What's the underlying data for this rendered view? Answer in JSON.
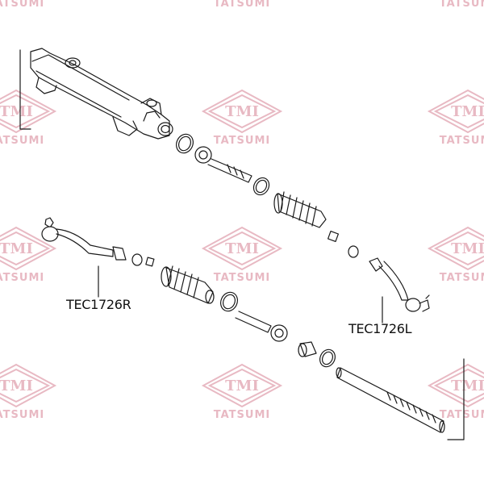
{
  "watermark": {
    "brand": "TATSUMI",
    "logo": "TMI",
    "color": "#e8b9c3"
  },
  "parts": {
    "right_label": "TEC1726R",
    "left_label": "TEC1726L"
  }
}
